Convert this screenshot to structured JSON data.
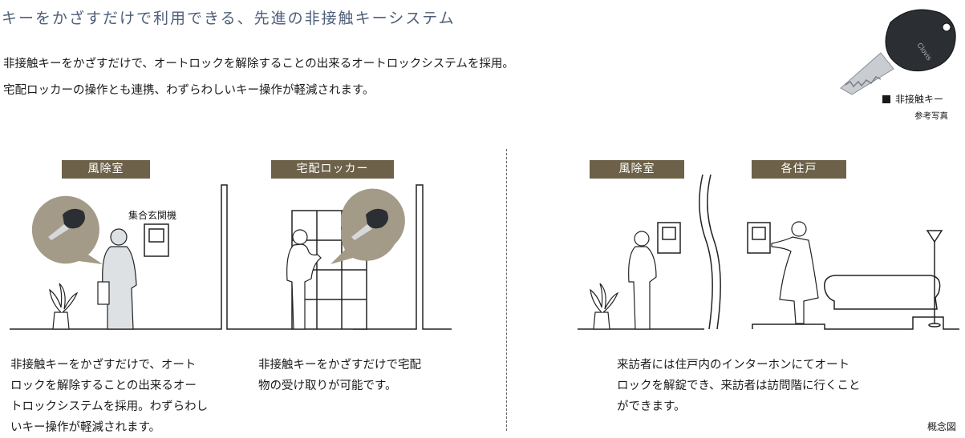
{
  "heading": "キーをかざすだけで利用できる、先進の非接触キーシステム",
  "intro_lines": [
    "非接触キーをかざすだけで、オートロックを解除することの出来るオートロックシステムを採用。",
    "宅配ロッカーの操作とも連携、わずらわしいキー操作が軽減されます。"
  ],
  "key_photo": {
    "brand": "Clovis",
    "caption": "非接触キー",
    "sub_caption": "参考写真"
  },
  "scenes": [
    {
      "tag": "風除室"
    },
    {
      "tag": "宅配ロッカー"
    },
    {
      "tag": "風除室"
    },
    {
      "tag": "各住戸"
    }
  ],
  "labels": {
    "intercom": "集合玄関機"
  },
  "descriptions": {
    "left": [
      "非接触キーをかざすだけで、オート",
      "ロックを解除することの出来るオー",
      "トロックシステムを採用。わずらわし",
      "いキー操作が軽減されます。"
    ],
    "middle": [
      "非接触キーをかざすだけで宅配",
      "物の受け取りが可能です。"
    ],
    "right": [
      "来訪者には住戸内のインターホンにてオート",
      "ロックを解錠でき、来訪者は訪問階に行くこと",
      "ができます。"
    ]
  },
  "footnote": "概念図",
  "colors": {
    "tag_bg": "#6d6149",
    "heading": "#4e5f7a",
    "bubble": "#a39a88",
    "figure_fill": "#dde1e4"
  }
}
